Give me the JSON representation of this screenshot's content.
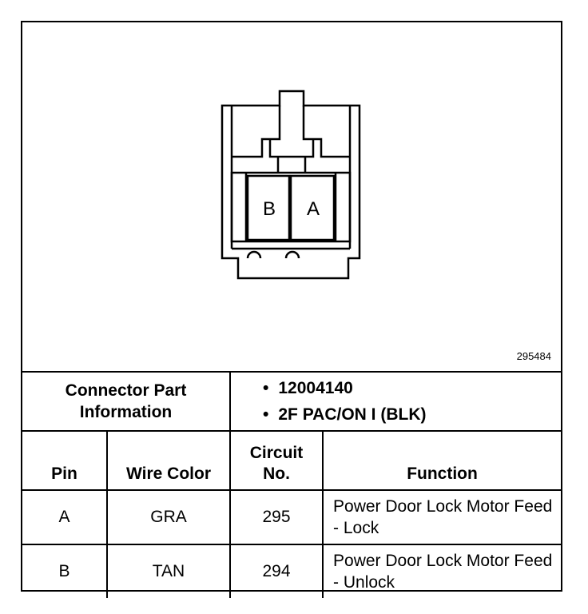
{
  "diagram": {
    "figure_id": "295484",
    "pin_labels": {
      "left": "B",
      "right": "A"
    }
  },
  "connector_info": {
    "label": "Connector Part Information",
    "values": [
      "12004140",
      "2F PAC/ON I (BLK)"
    ]
  },
  "table": {
    "headers": [
      "Pin",
      "Wire Color",
      "Circuit No.",
      "Function"
    ],
    "rows": [
      {
        "pin": "A",
        "wire_color": "GRA",
        "circuit": "295",
        "function": "Power Door Lock Motor Feed - Lock"
      },
      {
        "pin": "B",
        "wire_color": "TAN",
        "circuit": "294",
        "function": "Power Door Lock Motor Feed - Unlock"
      }
    ]
  }
}
